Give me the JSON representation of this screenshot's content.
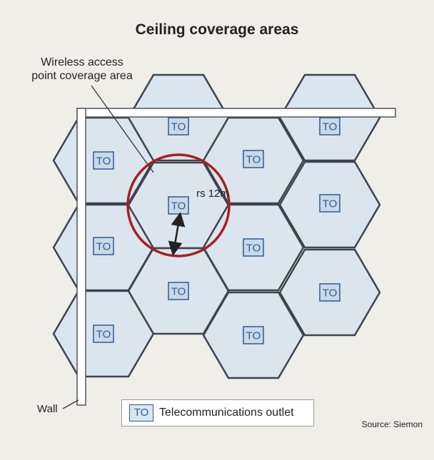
{
  "title": "Ceiling coverage areas",
  "callout_label": "Wireless access point coverage area",
  "radius_label": "rs 12m",
  "outlet_text": "TO",
  "legend_text": "Telecommunications outlet",
  "wall_label": "Wall",
  "source": "Source: Siemon",
  "colors": {
    "hex_fill": "#dbe5ee",
    "hex_stroke": "#3d4350",
    "outlet": "#2a5d92",
    "circle": "#a81e24",
    "background": "#efeee9",
    "wall": "#ffffff"
  }
}
